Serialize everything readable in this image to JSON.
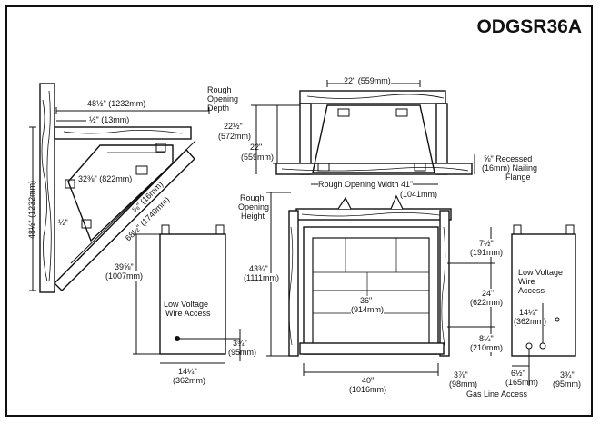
{
  "model": "ODGSR36A",
  "corner_view": {
    "top_width": "48½\" (1232mm)",
    "top_small": "½\" (13mm)",
    "side_height": "48½\" (1232mm)",
    "side_small": "½\"",
    "diagonal_front": "32⅜\" (822mm)",
    "diagonal_mid": "⅝\" (16mm)",
    "diagonal_long": "68½\" (1740mm)"
  },
  "top_view": {
    "width_top": "22\" (559mm)",
    "rough_depth_label": "Rough Opening Depth",
    "depth_a_in": "22½\"",
    "depth_a_mm": "(572mm)",
    "depth_b_in": "22\"",
    "depth_b_mm": "(559mm)",
    "recessed_1": "⅝\" Recessed",
    "recessed_2": "(16mm) Nailing",
    "recessed_3": "Flange",
    "rough_width_1": "Rough Opening Width 41\"",
    "rough_width_2": "(1041mm)"
  },
  "side_view": {
    "height_in": "39⅝\"",
    "height_mm": "(1007mm)",
    "low_voltage_1": "Low Voltage",
    "low_voltage_2": "Wire Access",
    "depth_in": "3¾\"",
    "depth_mm": "(95mm)",
    "width_in": "14¼\"",
    "width_mm": "(362mm)"
  },
  "front_view": {
    "rough_height_1": "Rough",
    "rough_height_2": "Opening",
    "rough_height_3": "Height",
    "height_in": "43¾\"",
    "height_mm": "(1111mm)",
    "inner_width_in": "36\"",
    "inner_width_mm": "(914mm)",
    "outer_width_in": "40\"",
    "outer_width_mm": "(1016mm)",
    "top_gap_in": "7½\"",
    "top_gap_mm": "(191mm)",
    "opening_in": "24\"",
    "opening_mm": "(622mm)",
    "bottom_in": "8¼\"",
    "bottom_mm": "(210mm)",
    "base_in": "3⅞\"",
    "base_mm": "(98mm)"
  },
  "right_view": {
    "low_voltage_1": "Low Voltage",
    "low_voltage_2": "Wire",
    "low_voltage_3": "Access",
    "width_in": "14¼\"",
    "width_mm": "(362mm)",
    "gas_in": "6½\"",
    "gas_mm": "(165mm)",
    "right_in": "3¾\"",
    "right_mm": "(95mm)",
    "gas_line": "Gas Line Access"
  }
}
